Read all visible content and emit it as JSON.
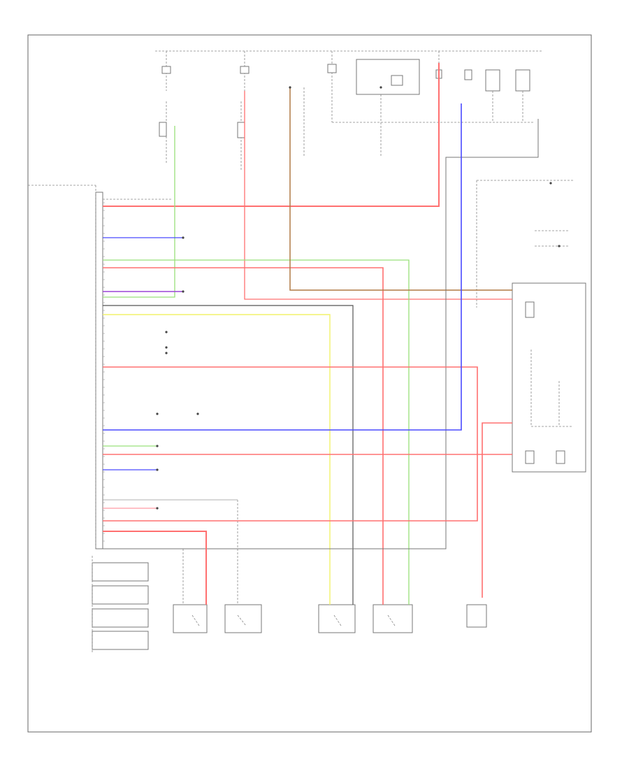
{
  "diagram": {
    "title": "",
    "wire_colors": {
      "red": "#ff7070",
      "green": "#99e07a",
      "blue": "#4a4aff",
      "purple": "#9a44d6",
      "brown": "#b07a45",
      "yellow": "#f2f26a",
      "gray": "#555555",
      "pink": "#ff9aa5"
    },
    "wires": [
      {
        "id": "w-batt",
        "color": "red"
      },
      {
        "id": "w-fuse-red-2",
        "color": "red"
      },
      {
        "id": "w-green-long",
        "color": "green"
      },
      {
        "id": "w-blue-trans",
        "color": "blue"
      },
      {
        "id": "w-red-sensor",
        "color": "red"
      },
      {
        "id": "w-purple",
        "color": "purple"
      },
      {
        "id": "w-brown",
        "color": "brown"
      },
      {
        "id": "w-yellow",
        "color": "yellow"
      },
      {
        "id": "w-gray-bus",
        "color": "gray"
      },
      {
        "id": "w-red-mid",
        "color": "red"
      },
      {
        "id": "w-blue-batt",
        "color": "blue"
      },
      {
        "id": "w-green-low",
        "color": "green"
      },
      {
        "id": "w-red-low",
        "color": "red"
      },
      {
        "id": "w-blue-low",
        "color": "blue"
      },
      {
        "id": "w-pink-low",
        "color": "pink"
      },
      {
        "id": "w-red-bottom",
        "color": "red"
      },
      {
        "id": "w-red-sensor2",
        "color": "red"
      },
      {
        "id": "w-red-right",
        "color": "red"
      }
    ]
  }
}
